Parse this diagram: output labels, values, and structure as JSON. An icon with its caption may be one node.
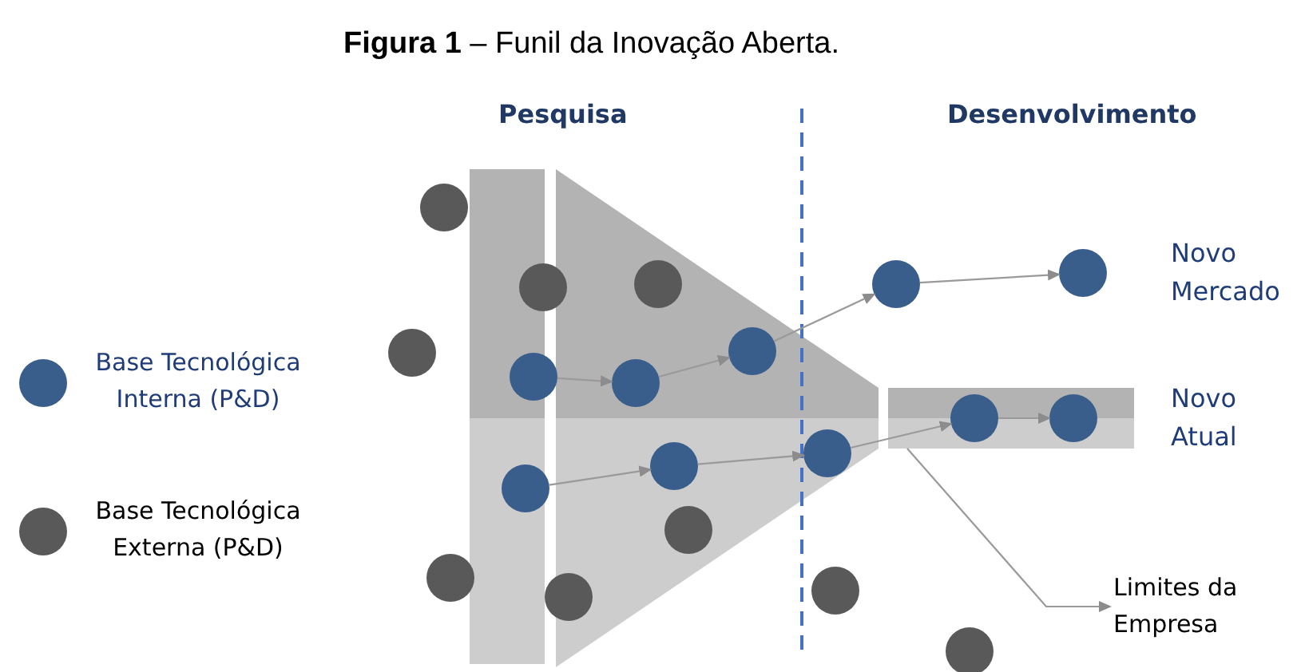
{
  "diagram": {
    "title": "**Figura 1** – Funil da Inovação Aberta.",
    "nodes": [
      {
        "text": [],
        "shape": "circle"
      },
      {
        "text": [],
        "shape": "circle"
      },
      {
        "text": [],
        "shape": "circle"
      },
      {
        "text": [],
        "shape": "circle"
      },
      {
        "text": [],
        "shape": "circle"
      },
      {
        "text": [],
        "shape": "circle"
      },
      {
        "text": [],
        "shape": "circle"
      },
      {
        "text": [],
        "shape": "circle"
      },
      {
        "text": [],
        "shape": "circle"
      },
      {
        "text": [],
        "shape": "bar"
      },
      {
        "text": [],
        "shape": "circle",
        "in": 9
      },
      {
        "text": [],
        "shape": "circle",
        "in": 9
      },
      {
        "text": [],
        "shape": "circle"
      },
      {
        "text": [],
        "shape": "circle"
      },
      {
        "text": [],
        "shape": "circle"
      },
      {
        "text": [],
        "shape": "circle"
      },
      {
        "text": [],
        "shape": "circle"
      },
      {
        "text": [],
        "shape": "circle"
      },
      {
        "text": [],
        "shape": "circle"
      },
      {
        "text": [
          "Limites da Empresa"
        ]
      },
      {
        "text": [],
        "shape": "circle"
      }
    ],
    "edges": [
      {
        "from": 7,
        "to": 8,
        "arrow": "to"
      },
      {
        "from": 8,
        "to": 5,
        "arrow": "to"
      },
      {
        "from": 5,
        "to": 2,
        "arrow": "to"
      },
      {
        "from": 2,
        "to": 1,
        "arrow": "to"
      },
      {
        "from": 14,
        "to": 13,
        "arrow": "to"
      },
      {
        "from": 13,
        "to": 12,
        "arrow": "to"
      },
      {
        "from": 12,
        "to": 10,
        "arrow": "to"
      },
      {
        "from": 10,
        "to": 11,
        "arrow": "to"
      },
      {
        "from": 9,
        "to": 19,
        "arrow": "to"
      }
    ],
    "labels": [
      "Pesquisa",
      "Desenvolvimento",
      "Novo Mercado",
      "Novo Atual"
    ],
    "legend": [
      {
        "text": "Base Tecnológica Interna (P&D)",
        "color": "#3a5e8c"
      },
      {
        "text": "Base Tecnológica Externa (P&D)",
        "color": "#595959"
      }
    ]
  }
}
